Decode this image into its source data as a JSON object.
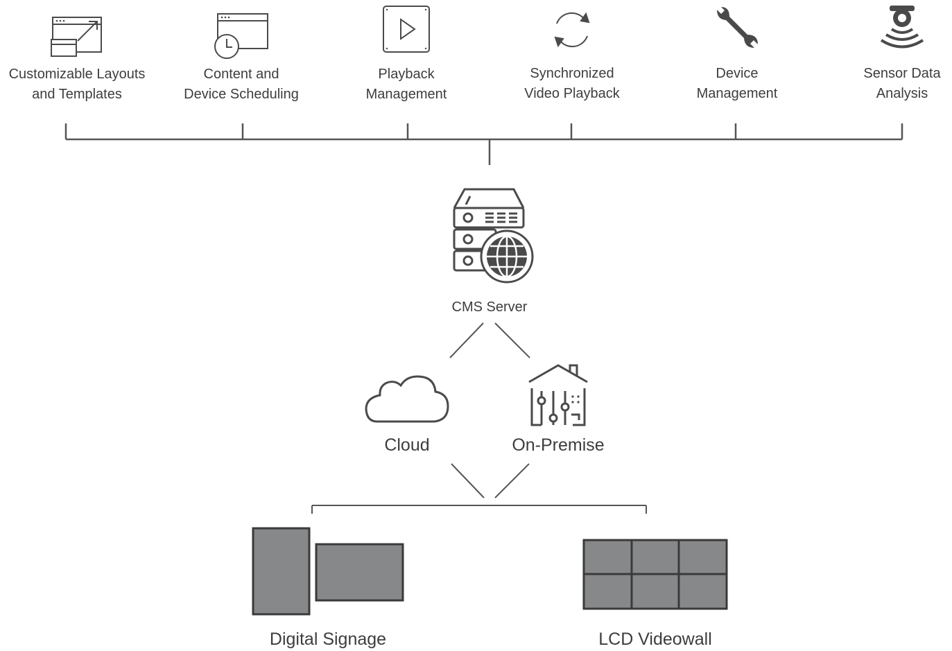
{
  "features": [
    {
      "icon": "layout-template-icon",
      "line1": "Customizable Layouts",
      "line2": "and Templates"
    },
    {
      "icon": "schedule-clock-icon",
      "line1": "Content and",
      "line2": "Device Scheduling"
    },
    {
      "icon": "play-icon",
      "line1": "Playback",
      "line2": "Management"
    },
    {
      "icon": "sync-icon",
      "line1": "Synchronized",
      "line2": "Video Playback"
    },
    {
      "icon": "wrench-icon",
      "line1": "Device",
      "line2": "Management"
    },
    {
      "icon": "sensor-icon",
      "line1": "Sensor Data",
      "line2": "Analysis"
    }
  ],
  "server": {
    "icon": "server-globe-icon",
    "label": "CMS Server"
  },
  "deployment": [
    {
      "icon": "cloud-icon",
      "label": "Cloud"
    },
    {
      "icon": "smart-home-icon",
      "label": "On-Premise"
    }
  ],
  "displays": [
    {
      "icon": "digital-signage-icon",
      "label": "Digital Signage"
    },
    {
      "icon": "videowall-icon",
      "label": "LCD Videowall"
    }
  ],
  "colors": {
    "line": "#555555",
    "icon": "#4a4a4a",
    "screen_fill": "#87888a",
    "screen_border": "#3a3a3a"
  }
}
